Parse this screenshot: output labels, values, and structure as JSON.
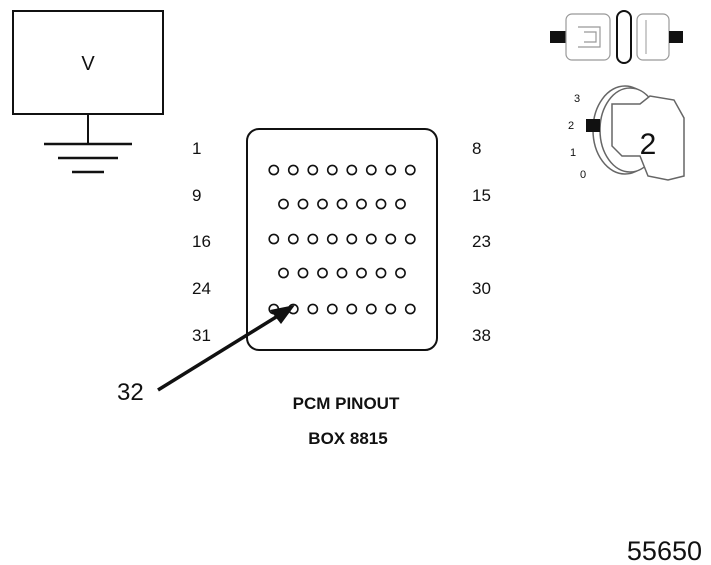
{
  "voltmeter": {
    "label": "V"
  },
  "pin_labels": {
    "left": [
      "1",
      "9",
      "16",
      "24",
      "31"
    ],
    "right": [
      "8",
      "15",
      "23",
      "30",
      "38"
    ]
  },
  "connector": {
    "rows": [
      {
        "count": 8,
        "start": 1
      },
      {
        "count": 7,
        "start": 9
      },
      {
        "count": 8,
        "start": 16
      },
      {
        "count": 7,
        "start": 24
      },
      {
        "count": 8,
        "start": 31
      }
    ]
  },
  "callout": {
    "pin": "32"
  },
  "caption": {
    "line1": "PCM PINOUT",
    "line2": "BOX 8815"
  },
  "ignition_switch": {
    "positions": [
      "3",
      "2",
      "1",
      "0"
    ],
    "selected": "2"
  },
  "figure_number": "55650"
}
